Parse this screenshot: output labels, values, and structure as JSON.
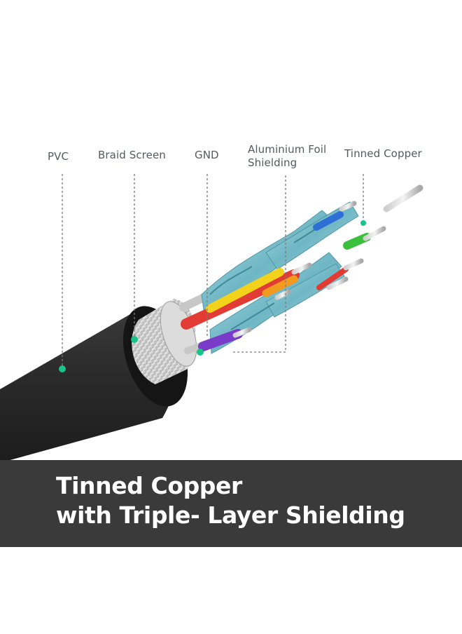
{
  "callouts": {
    "pvc": "PVC",
    "braid_screen": "Braid Screen",
    "gnd": "GND",
    "aluminium_foil_line1": "Aluminium Foil",
    "aluminium_foil_line2": "Shielding",
    "tinned_copper": "Tinned Copper"
  },
  "banner": {
    "line1": "Tinned Copper",
    "line2": "with Triple- Layer Shielding"
  },
  "colors": {
    "jacket": "#2b2b2b",
    "banner_bg": "#3a3a3a",
    "banner_text": "#ffffff",
    "label_text": "#555a60",
    "marker": "#19c38a",
    "foil": "#7fc3cf",
    "wire_red": "#e23b33",
    "wire_yellow": "#f2d21b",
    "wire_orange": "#f29a1e",
    "wire_green": "#3cbf3c",
    "wire_blue": "#2e6fd6",
    "wire_purple": "#7a3cc8"
  }
}
